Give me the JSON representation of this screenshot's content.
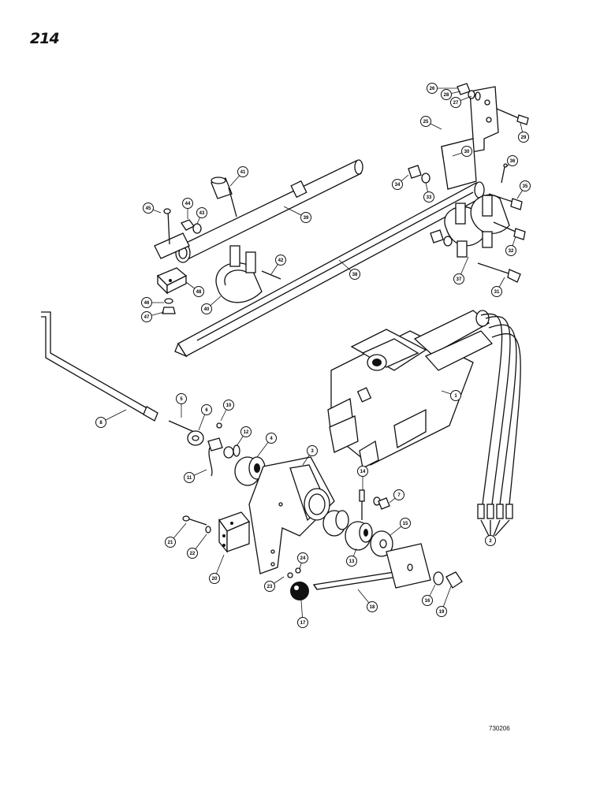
{
  "page_number": "214",
  "drawing_code": "730206",
  "callouts": [
    "1",
    "2",
    "3",
    "4",
    "5",
    "6",
    "7",
    "8",
    "10",
    "11",
    "12",
    "13",
    "14",
    "15",
    "16",
    "17",
    "18",
    "19",
    "20",
    "21",
    "22",
    "23",
    "24",
    "25",
    "26",
    "27",
    "28",
    "29",
    "30",
    "31",
    "32",
    "33",
    "34",
    "35",
    "36",
    "37",
    "38",
    "39",
    "40",
    "41",
    "42",
    "43",
    "44",
    "45",
    "46",
    "47",
    "48"
  ]
}
